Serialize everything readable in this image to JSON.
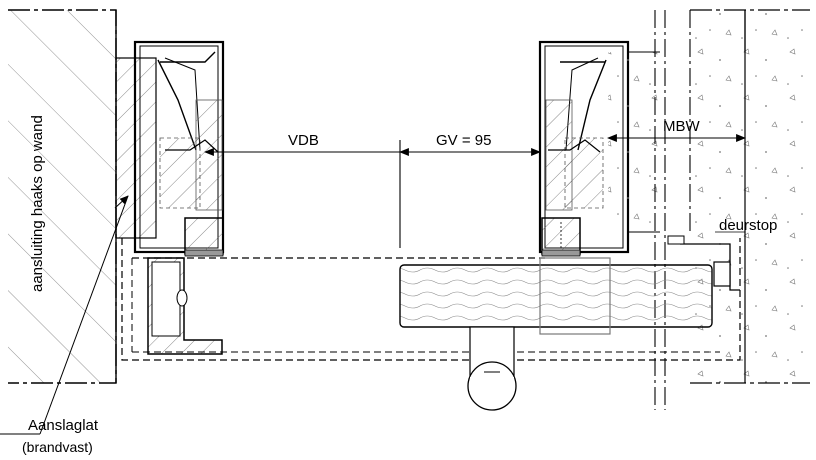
{
  "labels": {
    "wall_connection": "aansluiting haaks op wand",
    "vdb": "VDB",
    "gv": "GV = 95",
    "mbw": "MBW",
    "doorstop": "deurstop",
    "stop_strip": "Aanslaglat",
    "stop_strip_note": "(brandvast)"
  }
}
